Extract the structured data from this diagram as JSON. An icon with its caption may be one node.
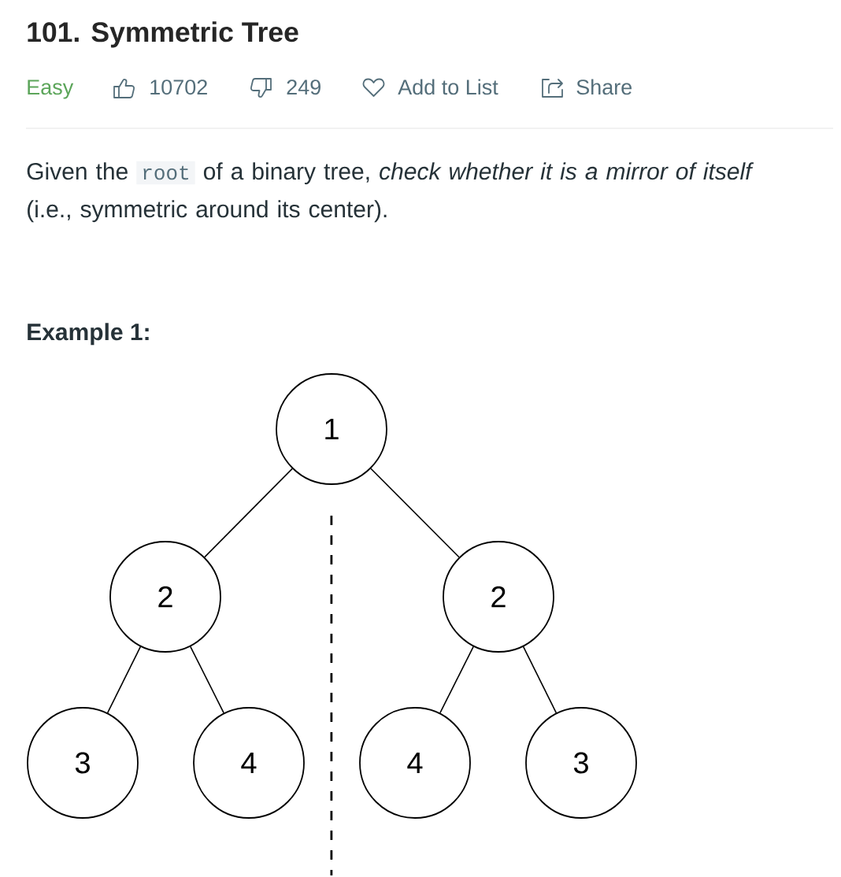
{
  "diagram": {
    "title": "101. Symmetric Tree",
    "nodes": [
      {
        "text": [
          "1"
        ]
      },
      {
        "text": [
          "2"
        ]
      },
      {
        "text": [
          "2"
        ]
      },
      {
        "text": [
          "3"
        ]
      },
      {
        "text": [
          "4"
        ]
      },
      {
        "text": [
          "4"
        ]
      },
      {
        "text": [
          "3"
        ]
      }
    ],
    "edges": [
      {
        "from": 0,
        "to": 1,
        "arrow": "none"
      },
      {
        "from": 0,
        "to": 2,
        "arrow": "none"
      },
      {
        "from": 1,
        "to": 3,
        "arrow": "none"
      },
      {
        "from": 1,
        "to": 4,
        "arrow": "none"
      },
      {
        "from": 2,
        "to": 5,
        "arrow": "none"
      },
      {
        "from": 2,
        "to": 6,
        "arrow": "none"
      }
    ],
    "labels": [
      "Easy",
      "10702",
      "249",
      "Add to List",
      "Share",
      "Given the",
      "root",
      "of a binary tree, *check whether it is a mirror of itself* (i.e., symmetric around its center).",
      "Example 1:"
    ]
  }
}
